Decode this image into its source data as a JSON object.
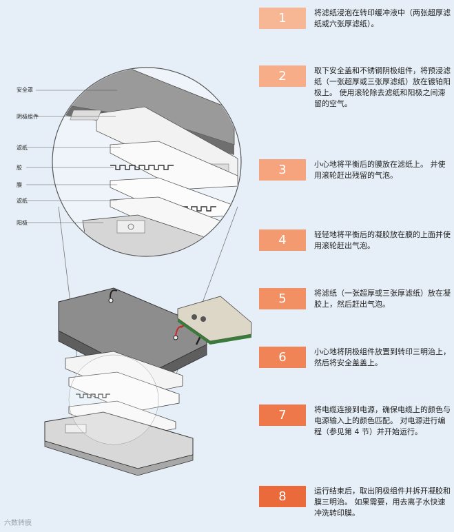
{
  "labels": {
    "safety_cover": "安全罩",
    "cathode_assembly": "阴极组件",
    "filter_paper_top": "滤纸",
    "gel": "胶",
    "membrane": "膜",
    "filter_paper_bottom": "滤纸",
    "anode": "阳极"
  },
  "steps": [
    {
      "number": "1",
      "text": "将滤纸浸泡在转印缓冲液中（两张超厚滤纸或六张厚滤纸）。",
      "color": "#f7b694"
    },
    {
      "number": "2",
      "text": "取下安全盖和不锈钢阴极组件，将预浸滤纸（一张超厚或三张厚滤纸）放在镀铂阳极上。 使用滚轮除去滤纸和阳极之间滞留的空气。",
      "color": "#f6ad88"
    },
    {
      "number": "3",
      "text": "小心地将平衡后的膜放在滤纸上。 并使用滚轮赶出残留的气泡。",
      "color": "#f5a47d"
    },
    {
      "number": "4",
      "text": "轻轻地将平衡后的凝胶放在膜的上面并使用滚轮赶出气泡。",
      "color": "#f49a70"
    },
    {
      "number": "5",
      "text": "将滤纸（一张超厚或三张厚滤纸）放在凝胶上，然后赶出气泡。",
      "color": "#f29064"
    },
    {
      "number": "6",
      "text": "小心地将阴极组件放置到转印三明治上，然后将安全盖盖上。",
      "color": "#f08457"
    },
    {
      "number": "7",
      "text": "将电缆连接到电源，确保电缆上的颜色与电源输入上的颜色匹配。 对电源进行编程（参见第 4 节）并开始运行。",
      "color": "#ee784a"
    },
    {
      "number": "8",
      "text": "运行结束后，取出阴极组件并拆开凝胶和膜三明治。 如果需要，用去离子水快速冲洗转印膜。",
      "color": "#ea6a3b"
    }
  ],
  "watermark": "六数转膜"
}
